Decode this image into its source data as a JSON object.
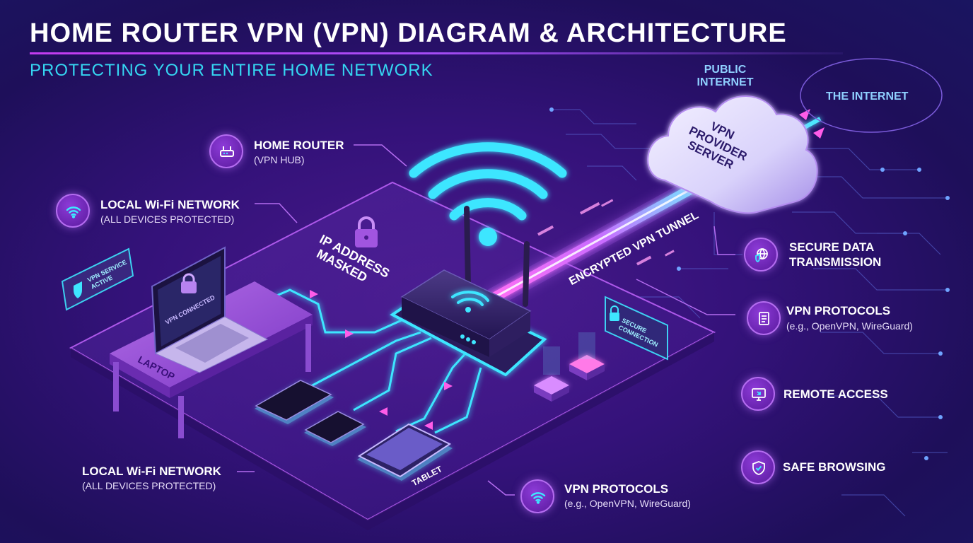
{
  "title": "HOME ROUTER VPN (VPN) DIAGRAM & ARCHITECTURE",
  "subtitle": "PROTECTING YOUR ENTIRE HOME NETWORK",
  "cloud": {
    "public_internet_line1": "PUBLIC",
    "public_internet_line2": "INTERNET",
    "the_internet": "THE INTERNET",
    "server_line1": "VPN",
    "server_line2": "PROVIDER",
    "server_line3": "SERVER"
  },
  "tunnel_label": "ENCRYPTED VPN TUNNEL",
  "ip_masked_line1": "IP ADDRESS",
  "ip_masked_line2": "MASKED",
  "devices": {
    "laptop": "LAPTOP",
    "laptop_screen": "VPN CONNECTED",
    "tablet": "TABLET"
  },
  "badges": {
    "vpn_service_line1": "VPN SERVICE",
    "vpn_service_line2": "ACTIVE",
    "secure_connection_line1": "SECURE",
    "secure_connection_line2": "CONNECTION"
  },
  "callouts": {
    "home_router": {
      "title": "HOME ROUTER",
      "sub": "(VPN HUB)"
    },
    "local_wifi_top": {
      "title": "LOCAL Wi-Fi NETWORK",
      "sub": "(ALL DEVICES PROTECTED)"
    },
    "local_wifi_bottom": {
      "title": "LOCAL Wi-Fi NETWORK",
      "sub": "(ALL DEVICES PROTECTED)"
    },
    "secure_data": {
      "title_line1": "SECURE DATA",
      "title_line2": "TRANSMISSION"
    },
    "vpn_protocols_right": {
      "title": "VPN PROTOCOLS",
      "sub": "(e.g., OpenVPN, WireGuard)"
    },
    "remote_access": {
      "title": "REMOTE ACCESS"
    },
    "safe_browsing": {
      "title": "SAFE BROWSING"
    },
    "vpn_protocols_bottom": {
      "title": "VPN PROTOCOLS",
      "sub": "(e.g., OpenVPN, WireGuard)"
    }
  },
  "colors": {
    "cyan": "#35d6f2",
    "magenta": "#e046e8",
    "purple": "#8d3bd8"
  },
  "icons": [
    "router-icon",
    "wifi-icon",
    "globe-shield-icon",
    "document-icon",
    "remote-monitor-icon",
    "shield-check-icon",
    "lock-icon"
  ]
}
